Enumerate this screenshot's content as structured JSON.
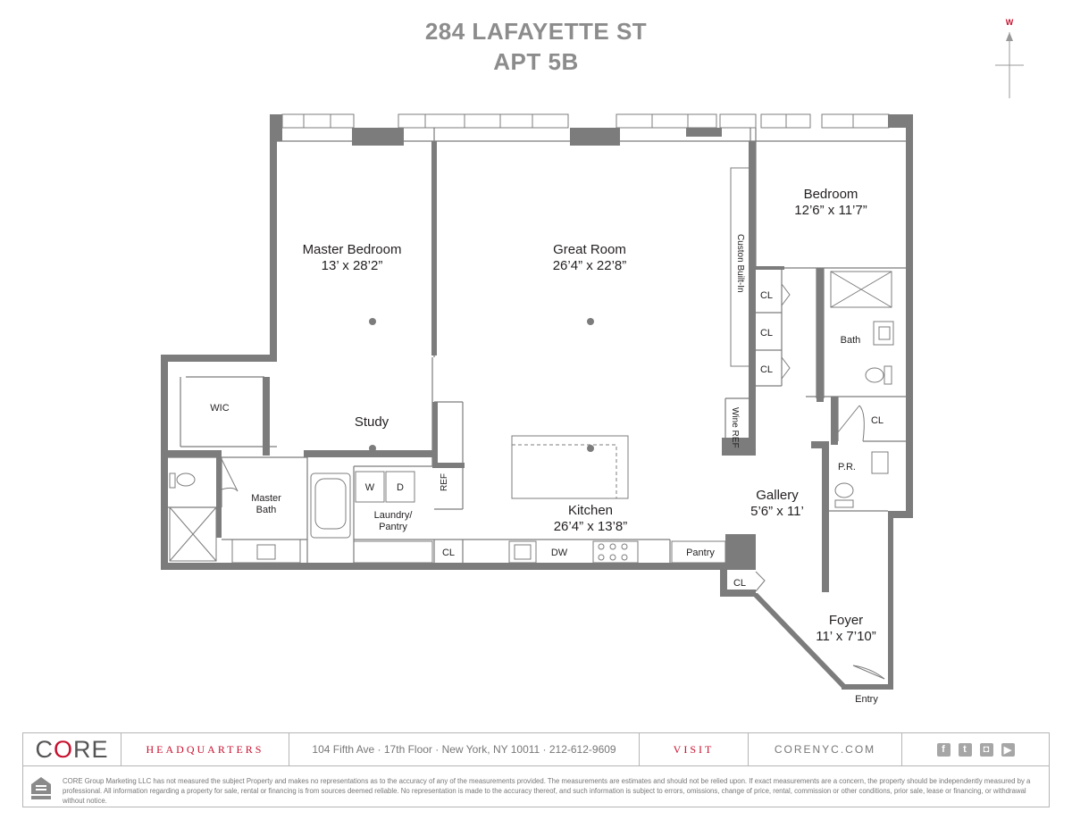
{
  "title": {
    "line1": "284 LAFAYETTE ST",
    "line2": "APT 5B"
  },
  "compass": {
    "label": "W"
  },
  "rooms": {
    "master_bedroom": {
      "name": "Master Bedroom",
      "dims": "13’ x 28’2”"
    },
    "great_room": {
      "name": "Great Room",
      "dims": "26’4” x 22’8”"
    },
    "bedroom": {
      "name": "Bedroom",
      "dims": "12’6” x 11’7”"
    },
    "custom_builtin": "Custon Built-In",
    "study": "Study",
    "wic": "WIC",
    "master_bath": {
      "line1": "Master",
      "line2": "Bath"
    },
    "washer": "W",
    "dryer": "D",
    "ref": "REF",
    "laundry": {
      "line1": "Laundry/",
      "line2": "Pantry"
    },
    "kitchen": {
      "name": "Kitchen",
      "dims": "26’4” x 13’8”"
    },
    "cl_kitchen": "CL",
    "dw": "DW",
    "pantry": "Pantry",
    "cl1": "CL",
    "cl2": "CL",
    "cl3": "CL",
    "bath": "Bath",
    "cl_bath": "CL",
    "wine_ref": "Wine REF",
    "pr": "P.R.",
    "gallery": {
      "name": "Gallery",
      "dims": "5’6” x 11’"
    },
    "cl_foyer": "CL",
    "foyer": {
      "name": "Foyer",
      "dims": "11’ x 7’10”"
    },
    "entry": "Entry"
  },
  "footer": {
    "logo": {
      "c": "C",
      "o": "O",
      "re": "RE"
    },
    "headquarters": "HEADQUARTERS",
    "address": "104 Fifth Ave · 17th Floor · New York, NY 10011 · 212-612-9609",
    "visit": "VISIT",
    "website": "CORENYC.COM",
    "social_icons": [
      "facebook-icon",
      "twitter-icon",
      "instagram-icon",
      "youtube-icon"
    ],
    "social_glyphs": {
      "facebook": "f",
      "twitter": "t",
      "instagram": "◘",
      "youtube": "▶"
    },
    "disclaimer": "CORE Group Marketing LLC has not measured the subject Property and makes no representations as to the accuracy of any of the measurements provided. The measurements are estimates and should not be relied upon. If exact measurements are a concern, the property should be independently measured by a professional. All information regarding a property for sale, rental or financing is from sources deemed reliable. No representation is made to the accuracy thereof, and such information is subject to errors, omissions, change of price, rental, commission or other conditions, prior sale, lease or financing, or withdrawal without notice."
  },
  "colors": {
    "wall": "#7c7c7c",
    "accent": "#c8102e",
    "title": "#8c8c8c"
  }
}
